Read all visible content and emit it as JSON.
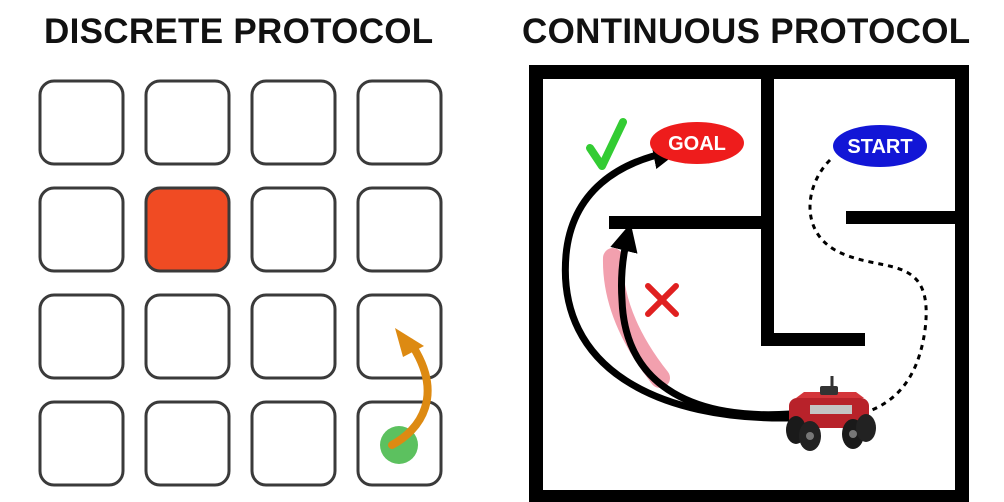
{
  "discrete": {
    "title": "DISCRETE PROTOCOL",
    "grid": {
      "rows": 4,
      "cols": 4,
      "highlighted_cell": [
        1,
        1
      ],
      "agent_cell": [
        3,
        3
      ],
      "move_target_cell": [
        2,
        3
      ]
    },
    "colors": {
      "highlight": "#f04b23",
      "agent": "#5cc15f",
      "arrow": "#dd8a12",
      "cell_border": "#3a3a3a"
    }
  },
  "continuous": {
    "title": "CONTINUOUS PROTOCOL",
    "goal_label": "GOAL",
    "start_label": "START",
    "colors": {
      "goal": "#ee1c1c",
      "start": "#1216d6",
      "check": "#33cc33",
      "cross": "#e02020",
      "blocked_path": "#f2a0ae",
      "wall": "#000000"
    }
  }
}
